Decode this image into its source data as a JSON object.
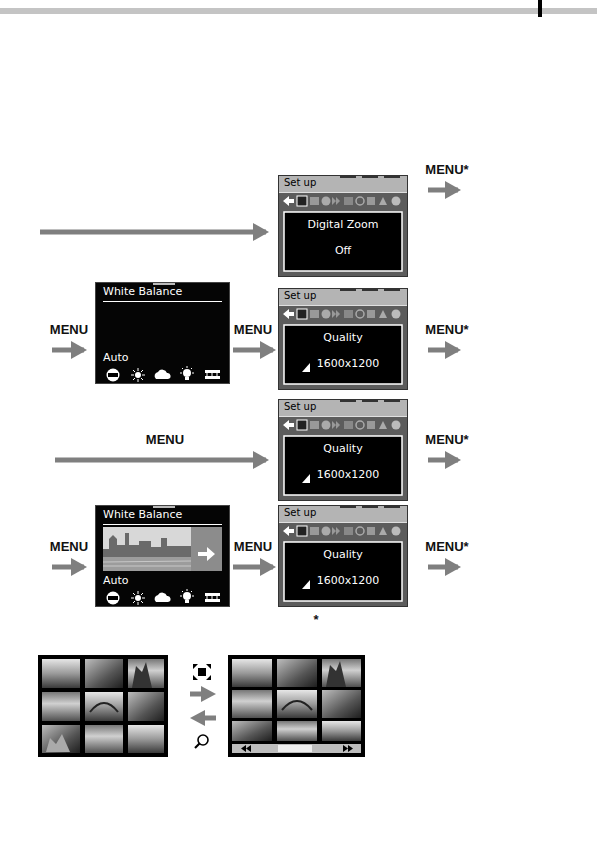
{
  "diagram": {
    "nodes": [
      {
        "text": [
          "Set up",
          "Digital Zoom",
          "Off"
        ]
      },
      {
        "text": [
          "White Balance",
          "Auto"
        ]
      },
      {
        "text": [
          "Set up",
          "Quality",
          "1600x1200"
        ]
      },
      {
        "text": [
          "Set up",
          "Quality",
          "1600x1200"
        ]
      },
      {
        "text": [
          "White Balance",
          "Auto"
        ]
      },
      {
        "text": [
          "Set up",
          "Quality",
          "1600x1200"
        ]
      }
    ],
    "edges": [
      {
        "from": 1,
        "to": 2,
        "arrow": "to",
        "label": "MENU"
      },
      {
        "from": 4,
        "to": 5,
        "arrow": "to",
        "label": "MENU"
      }
    ],
    "labels": [
      "MENU*",
      "MENU",
      "MENU*",
      "MENU",
      "MENU*",
      "MENU",
      "MENU*",
      "*"
    ]
  }
}
